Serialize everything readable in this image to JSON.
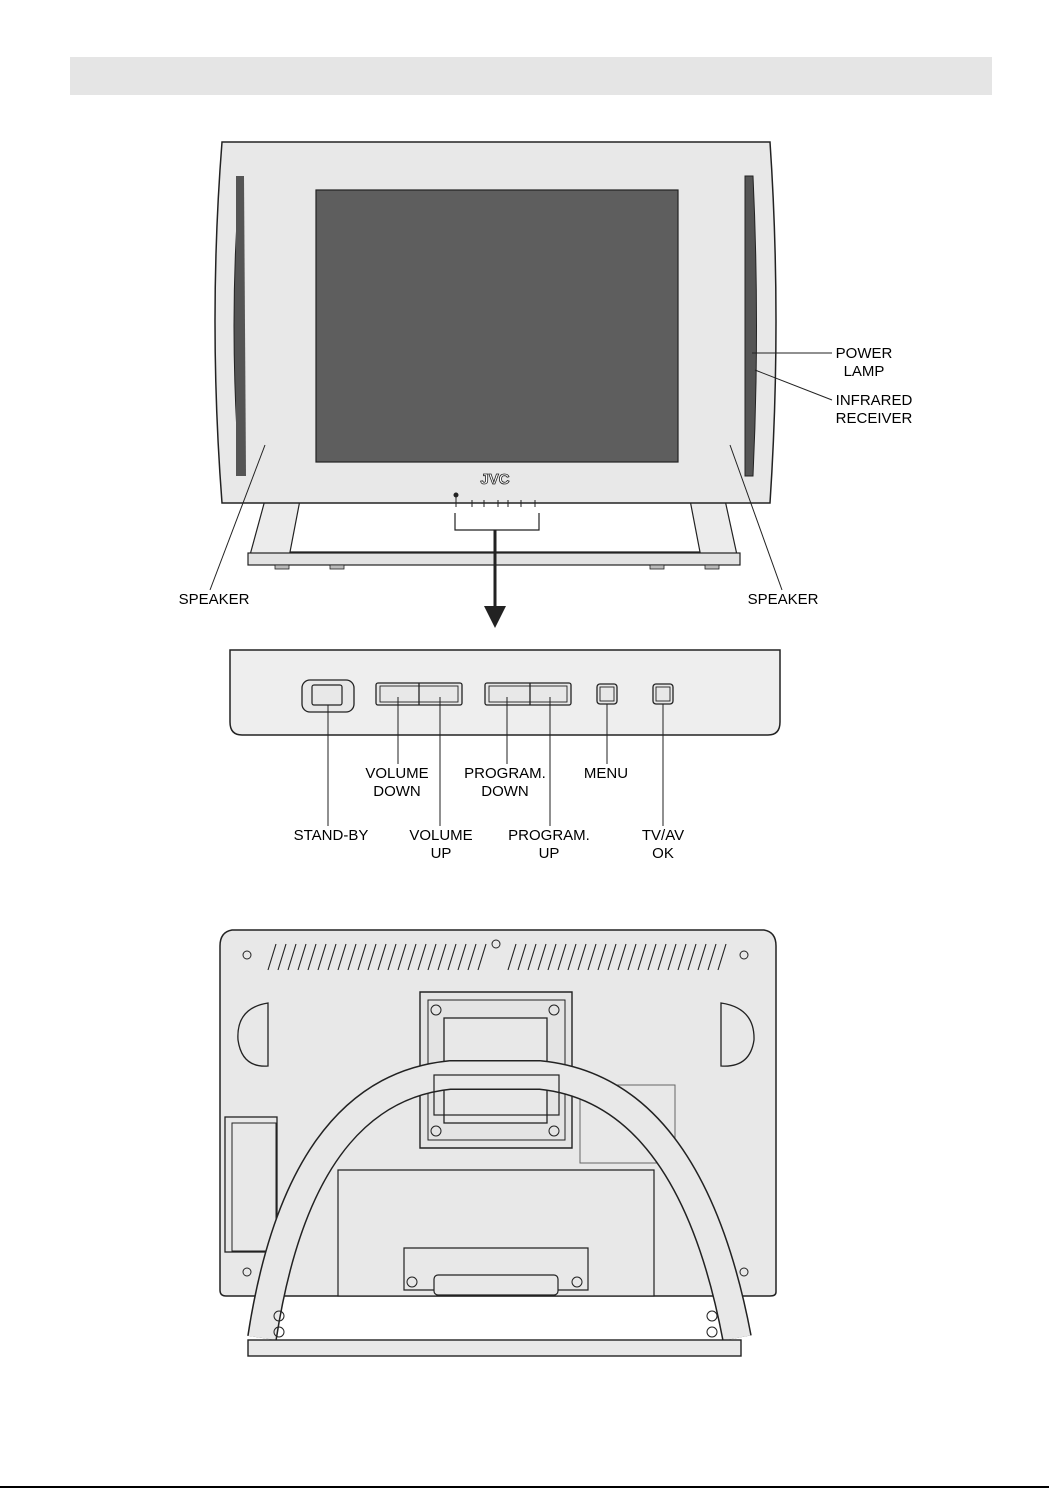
{
  "front_view": {
    "brand_logo": "JVC",
    "labels": {
      "power_lamp": [
        "POWER",
        "LAMP"
      ],
      "infrared_receiver": [
        "INFRARED",
        "RECEIVER"
      ],
      "speaker_left": "SPEAKER",
      "speaker_right": "SPEAKER"
    }
  },
  "control_panel": {
    "labels": {
      "volume_down": [
        "VOLUME",
        "DOWN"
      ],
      "program_down": [
        "PROGRAM.",
        "DOWN"
      ],
      "menu": "MENU",
      "stand_by": "STAND-BY",
      "volume_up": [
        "VOLUME",
        "UP"
      ],
      "program_up": [
        "PROGRAM.",
        "UP"
      ],
      "tv_av_ok": [
        "TV/AV",
        "OK"
      ]
    }
  },
  "colors": {
    "screen": "#5e5e5e",
    "bezel": "#e6e6e6",
    "speaker_grille": "#555555",
    "header_bar": "#e5e5e5"
  }
}
